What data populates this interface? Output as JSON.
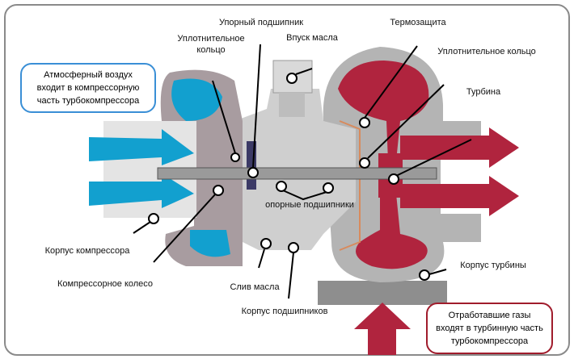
{
  "labels": {
    "thrust_bearing": "Упорный подшипник",
    "seal_ring_left_1": "Уплотнительное",
    "seal_ring_left_2": "кольцо",
    "oil_inlet": "Впуск масла",
    "heat_shield": "Термозащита",
    "seal_ring_right": "Уплотнительное кольцо",
    "turbine": "Турбина",
    "journal_bearings": "опорные подшипники",
    "compressor_housing": "Корпус компрессора",
    "compressor_wheel": "Компрессорное колесо",
    "oil_drain": "Слив масла",
    "bearing_housing": "Корпус подшипников",
    "turbine_housing": "Корпус турбины"
  },
  "callouts": {
    "air_in": [
      "Атмосферный воздух",
      "входит в  компрессорную",
      "часть турбокомпрессора"
    ],
    "exhaust_in": [
      "Отработавшие газы",
      "входят в турбинную часть",
      "турбокомпрессора"
    ]
  },
  "colors": {
    "cold_air": "#12a0cf",
    "exhaust": "#b0243e",
    "compressor_housing": "#a89ca0",
    "turbine_housing": "#b4b4b4",
    "air_box_border": "#3a8fd6",
    "exhaust_box_border": "#a01c2c"
  }
}
